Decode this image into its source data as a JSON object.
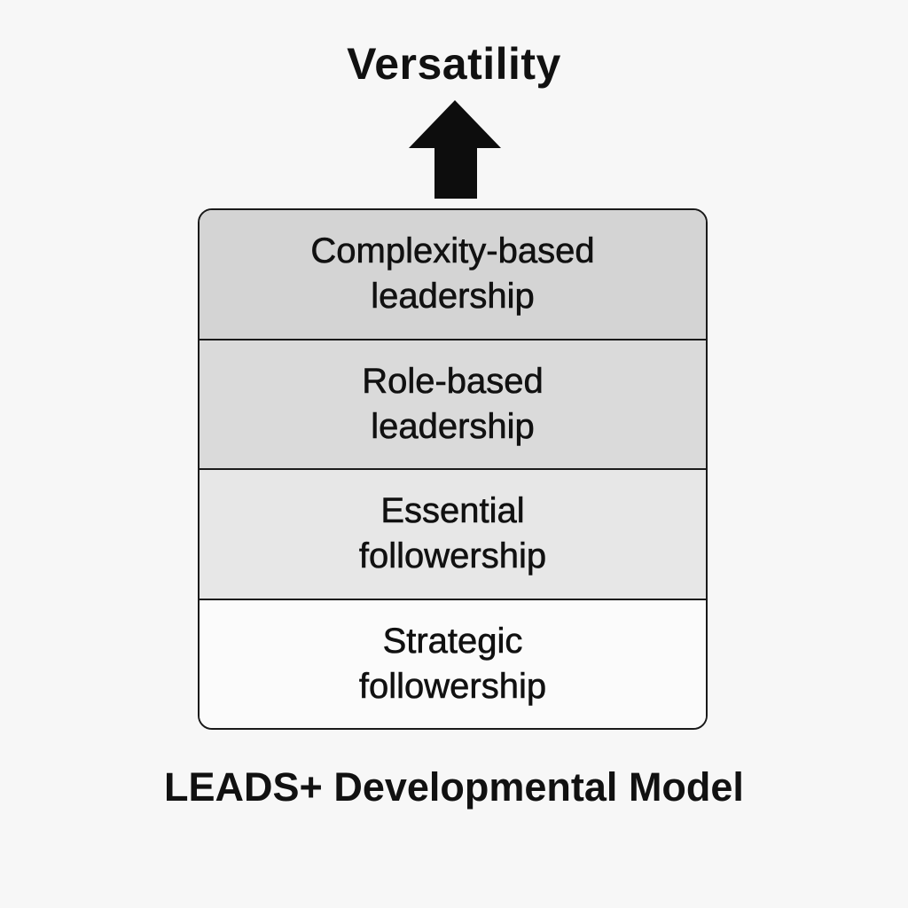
{
  "top_label": "Versatility",
  "arrow_icon": "up-arrow-icon",
  "layers": [
    {
      "label": "Complexity-based\nleadership",
      "fill": "#d4d4d4"
    },
    {
      "label": "Role-based\nleadership",
      "fill": "#dadada"
    },
    {
      "label": "Essential\nfollowership",
      "fill": "#e7e7e7"
    },
    {
      "label": "Strategic\nfollowership",
      "fill": "#fbfbfb"
    }
  ],
  "caption": "LEADS+ Developmental Model",
  "colors": {
    "background": "#f7f7f7",
    "ink": "#111111"
  }
}
